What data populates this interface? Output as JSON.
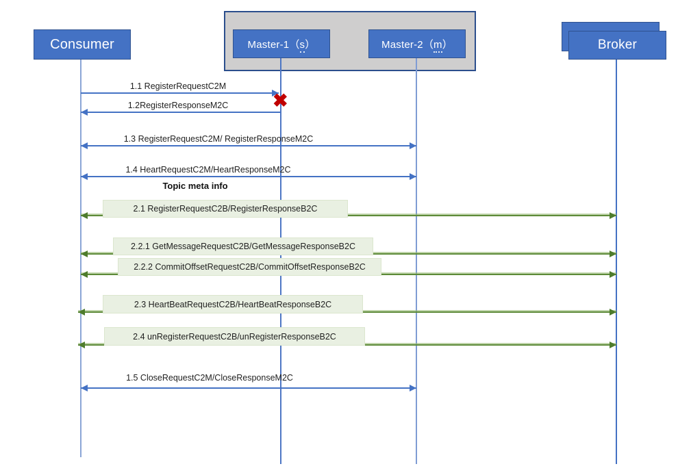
{
  "diagram_type": "sequence-diagram",
  "colors": {
    "actor_fill": "#4472c4",
    "actor_border": "#2f528f",
    "actor_text": "#ffffff",
    "container_fill": "#cfcece",
    "container_border": "#2b4e8c",
    "blue_arrow": "#4472c4",
    "green_arrow": "#5d8a38",
    "green_label_fill": "#e9f0e2",
    "failure_red": "#c00000"
  },
  "actors": [
    {
      "id": "consumer",
      "label": "Consumer"
    },
    {
      "id": "master-1",
      "label_prefix": "Master-1（",
      "annotated_letter": "s",
      "label_suffix": "）"
    },
    {
      "id": "master-2",
      "label_prefix": "Master-2（",
      "annotated_letter": "m",
      "label_suffix": "）"
    },
    {
      "id": "broker",
      "label": "Broker"
    }
  ],
  "messages": [
    {
      "seq": "1.1",
      "label": "1.1 RegisterRequestC2M",
      "from": "Consumer",
      "to": "Master-1",
      "arrow": "right",
      "style": "blue",
      "status_icon": "✖"
    },
    {
      "seq": "1.2",
      "label": "1.2RegisterResponseM2C",
      "from": "Master-1",
      "to": "Consumer",
      "arrow": "left",
      "style": "blue"
    },
    {
      "seq": "1.3",
      "label": "1.3 RegisterRequestC2M/ RegisterResponseM2C",
      "from": "Consumer",
      "to": "Master-2",
      "arrow": "both",
      "style": "blue"
    },
    {
      "seq": "1.4",
      "label": "1.4 HeartRequestC2M/HeartResponseM2C",
      "from": "Consumer",
      "to": "Master-2",
      "arrow": "both",
      "style": "blue"
    },
    {
      "seq": "2.1",
      "label": "2.1 RegisterRequestC2B/RegisterResponseB2C",
      "from": "Consumer",
      "to": "Broker",
      "arrow": "both",
      "style": "green"
    },
    {
      "seq": "2.2.1",
      "label": "2.2.1 GetMessageRequestC2B/GetMessageResponseB2C",
      "from": "Consumer",
      "to": "Broker",
      "arrow": "both",
      "style": "green"
    },
    {
      "seq": "2.2.2",
      "label": "2.2.2 CommitOffsetRequestC2B/CommitOffsetResponseB2C",
      "from": "Consumer",
      "to": "Broker",
      "arrow": "both",
      "style": "green"
    },
    {
      "seq": "2.3",
      "label": "2.3 HeartBeatRequestC2B/HeartBeatResponseB2C",
      "from": "Consumer",
      "to": "Broker",
      "arrow": "both",
      "style": "green"
    },
    {
      "seq": "2.4",
      "label": "2.4 unRegisterRequestC2B/unRegisterResponseB2C",
      "from": "Consumer",
      "to": "Broker",
      "arrow": "both",
      "style": "green"
    },
    {
      "seq": "1.5",
      "label": "1.5 CloseRequestC2M/CloseResponseM2C",
      "from": "Consumer",
      "to": "Master-2",
      "arrow": "both",
      "style": "blue"
    }
  ],
  "annotations": {
    "topic_meta_info": "Topic meta info",
    "failure_mark": "✖"
  }
}
